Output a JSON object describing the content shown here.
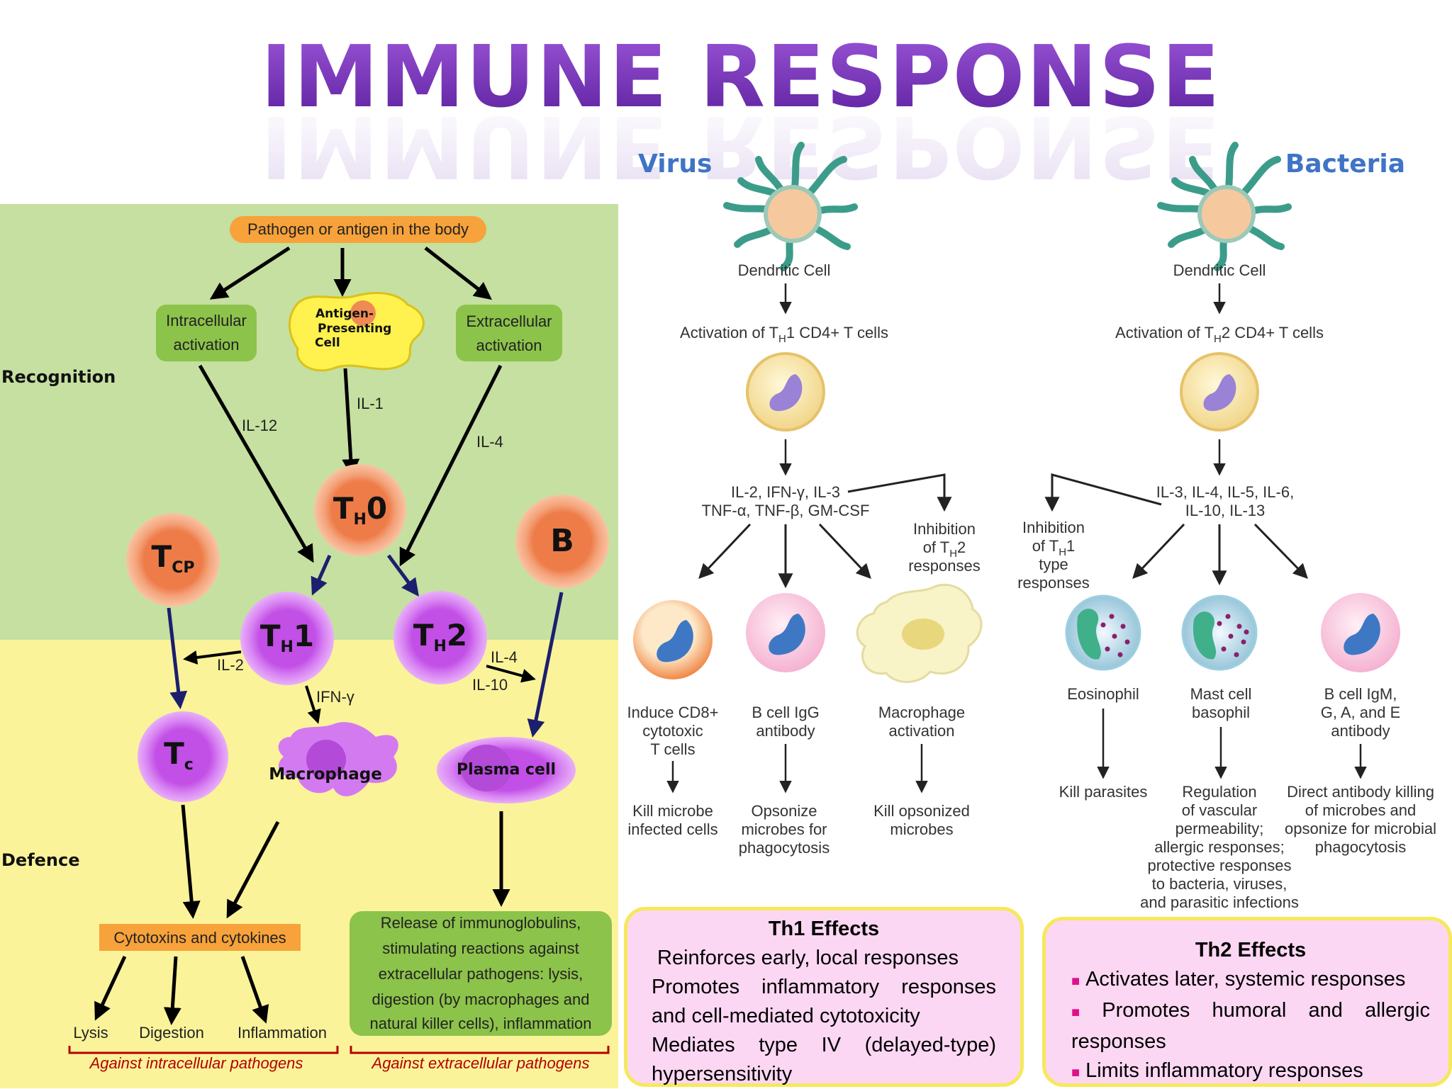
{
  "title": "IMMUNE RESPONSE",
  "left_diagram": {
    "side_labels": {
      "recognition": "Recognition",
      "defence": "Defence"
    },
    "pathogen": "Pathogen or antigen in the body",
    "intracellular": [
      "Intracellular",
      "activation"
    ],
    "apc": [
      "Antigen-",
      "Presenting",
      "Cell"
    ],
    "extracellular": [
      "Extracellular",
      "activation"
    ],
    "il12": "IL-12",
    "il1": "IL-1",
    "il4_top": "IL-4",
    "th0": {
      "main": "T",
      "sub": "H",
      "suffix": "0"
    },
    "tcp": {
      "main": "T",
      "sub": "CP"
    },
    "b": "B",
    "th1": {
      "main": "T",
      "sub": "H",
      "suffix": "1"
    },
    "th2": {
      "main": "T",
      "sub": "H",
      "suffix": "2"
    },
    "il2": "IL-2",
    "il4_low": "IL-4",
    "il10": "IL-10",
    "ifn": "IFN-γ",
    "tc": {
      "main": "T",
      "sub": "c"
    },
    "macrophage": "Macrophage",
    "plasma": "Plasma cell",
    "cytotoxins": "Cytotoxins and cytokines",
    "release": [
      "Release of immunoglobulins,",
      "stimulating reactions against",
      "extracellular pathogens: lysis,",
      "digestion (by macrophages and",
      "natural killer cells), inflammation"
    ],
    "lysis": "Lysis",
    "digestion": "Digestion",
    "inflammation": "Inflammation",
    "against_intra": "Against intracellular pathogens",
    "against_extra": "Against extracellular pathogens"
  },
  "right_diagram": {
    "virus": "Virus",
    "bacteria": "Bacteria",
    "dendritic_left": "Dendritic Cell",
    "dendritic_right": "Dendritic Cell",
    "activation_th1": {
      "pre": "Activation of T",
      "sub": "H",
      "post": "1 CD4+ T cells"
    },
    "activation_th2": {
      "pre": "Activation of T",
      "sub": "H",
      "post": "2 CD4+ T cells"
    },
    "cytokines_th1": [
      "IL-2, IFN-γ, IL-3",
      "TNF-α, TNF-β, GM-CSF"
    ],
    "cytokines_th2": [
      "IL-3, IL-4, IL-5, IL-6,",
      "IL-10, IL-13"
    ],
    "inhibition_th2": {
      "l1": "Inhibition",
      "l2_pre": "of T",
      "l2_sub": "H",
      "l2_post": "2",
      "l3": "responses"
    },
    "inhibition_th1": {
      "l1": "Inhibition",
      "l2_pre": "of T",
      "l2_sub": "H",
      "l2_post": "1",
      "l3": "type",
      "l4": "responses"
    },
    "cd8": [
      "Induce CD8+",
      "cytotoxic",
      "T cells"
    ],
    "bcell_igg": [
      "B cell IgG",
      "antibody"
    ],
    "macro_act": [
      "Macrophage",
      "activation"
    ],
    "eosinophil": "Eosinophil",
    "mast": [
      "Mast cell",
      "basophil"
    ],
    "bcell_igm": [
      "B cell IgM,",
      "G, A, and E",
      "antibody"
    ],
    "kill_infected": [
      "Kill microbe",
      "infected cells"
    ],
    "opsonize": [
      "Opsonize",
      "microbes for",
      "phagocytosis"
    ],
    "kill_opsonized": [
      "Kill opsonized",
      "microbes"
    ],
    "kill_parasites": "Kill parasites",
    "regulation": [
      "Regulation",
      "of vascular",
      "permeability;",
      "allergic responses;",
      "protective responses",
      "to bacteria, viruses,",
      "and parasitic infections"
    ],
    "direct_antibody": [
      "Direct antibody killing",
      "of microbes and",
      "opsonize for microbial",
      "phagocytosis"
    ]
  },
  "th1_effects": {
    "heading": "Th1 Effects",
    "items": [
      "Reinforces early, local responses",
      "Promotes inflammatory responses and cell-mediated cytotoxicity",
      "Mediates type IV (delayed-type) hypersensitivity"
    ]
  },
  "th2_effects": {
    "heading": "Th2 Effects",
    "items": [
      "Activates later, systemic responses",
      "Promotes humoral and allergic responses",
      "Limits inflammatory responses"
    ]
  },
  "colors": {
    "title_purple": "#6a2fb0",
    "recognition_bg": "#c5e0a0",
    "defence_bg": "#fbf39a",
    "orange_label": "#f7a23a",
    "green_box": "#8cc34a",
    "cell_orange": "#f18a55",
    "cell_purple": "#cf6cf0",
    "arrow_navy": "#1b1f6e",
    "effects_bg": "#fcd7f3",
    "effects_border": "#f6e85b",
    "blue_label": "#3f74c6"
  }
}
